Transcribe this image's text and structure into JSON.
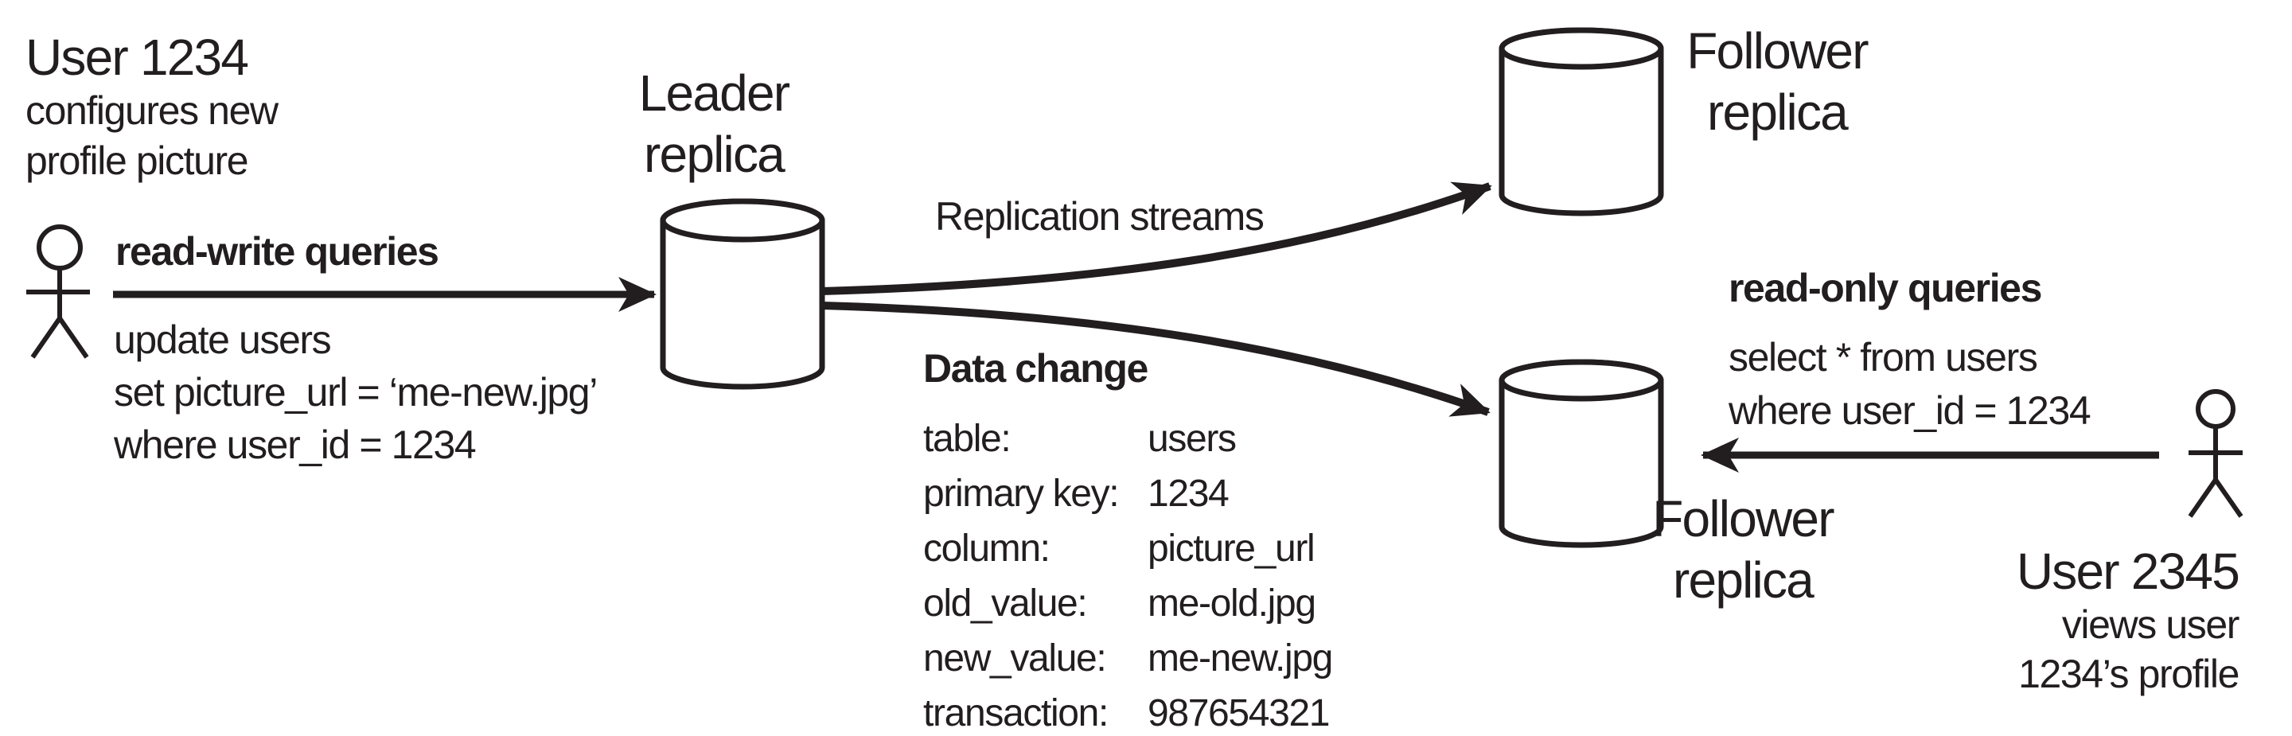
{
  "diagram": {
    "left_user": {
      "title": "User 1234",
      "subtitle_line1": "configures new",
      "subtitle_line2": "profile picture"
    },
    "read_write": {
      "label": "read-write queries",
      "query_line1": "update users",
      "query_line2": "set picture_url = ‘me-new.jpg’",
      "query_line3": "where user_id = 1234"
    },
    "leader": {
      "name_line1": "Leader",
      "name_line2": "replica"
    },
    "replication_streams_label": "Replication streams",
    "data_change": {
      "title": "Data change",
      "rows": [
        {
          "key": "table:",
          "value": "users"
        },
        {
          "key": "primary key:",
          "value": "1234"
        },
        {
          "key": "column:",
          "value": "picture_url"
        },
        {
          "key": "old_value:",
          "value": "me-old.jpg"
        },
        {
          "key": "new_value:",
          "value": "me-new.jpg"
        },
        {
          "key": "transaction:",
          "value": "987654321"
        }
      ]
    },
    "follower_top": {
      "name_line1": "Follower",
      "name_line2": "replica"
    },
    "follower_bottom": {
      "name_line1": "Follower",
      "name_line2": "replica"
    },
    "read_only": {
      "label": "read-only queries",
      "query_line1": "select * from users",
      "query_line2": "where user_id = 1234"
    },
    "right_user": {
      "title": "User 2345",
      "subtitle_line1": "views user",
      "subtitle_line2": "1234’s profile"
    },
    "colors": {
      "ink": "#221e1f",
      "background": "#ffffff"
    }
  }
}
